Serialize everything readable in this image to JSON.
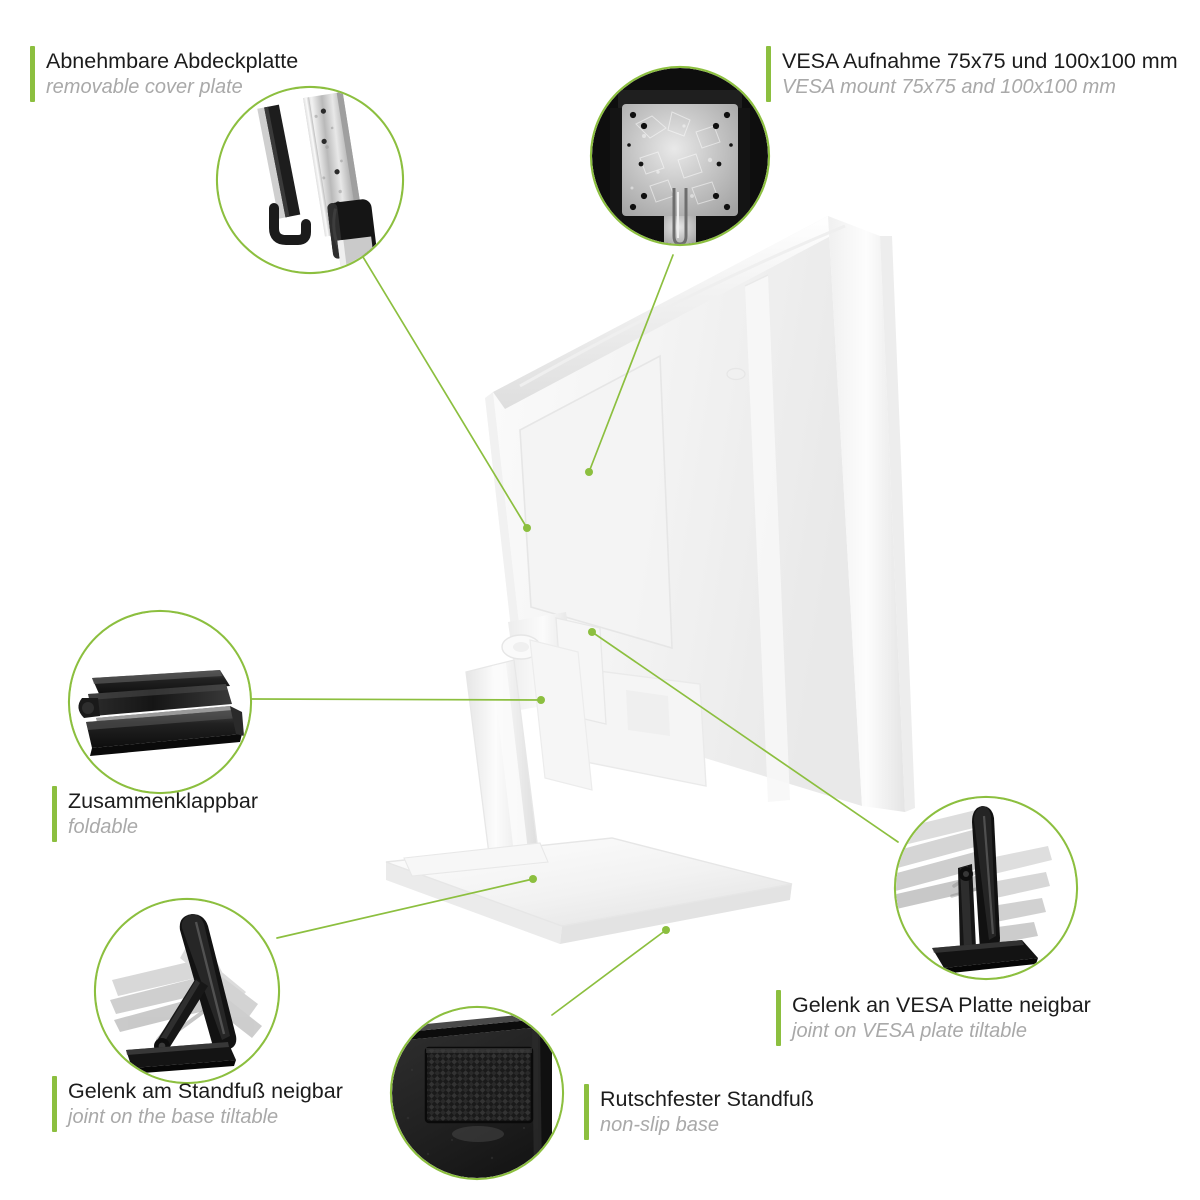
{
  "page": {
    "kind": "product-feature-infographic",
    "subject": "monitor desk stand with VESA mount",
    "background_color": "#ffffff",
    "accent_color": "#8CBF3F",
    "title_color": "#1c1c1c",
    "subtitle_color": "#a9a9a9"
  },
  "callouts": [
    {
      "id": "removable-cover-plate",
      "title": "Abnehmbare Abdeckplatte",
      "subtitle": "removable cover plate",
      "photo": "cover-plate-removal",
      "position": "top-left"
    },
    {
      "id": "vesa-mount",
      "title": "VESA Aufnahme 75x75 und 100x100 mm",
      "subtitle": "VESA mount 75x75 and 100x100 mm",
      "photo": "vesa-plate",
      "position": "top-right"
    },
    {
      "id": "foldable",
      "title": "Zusammenklappbar",
      "subtitle": "foldable",
      "photo": "folded-stand",
      "position": "mid-left"
    },
    {
      "id": "base-joint-tiltable",
      "title": "Gelenk am Standfuß neigbar",
      "subtitle": "joint on the base tiltable",
      "photo": "base-tilt-range",
      "position": "bottom-left"
    },
    {
      "id": "non-slip-base",
      "title": "Rutschfester Standfuß",
      "subtitle": "non-slip base",
      "photo": "rubber-pad",
      "position": "bottom-center"
    },
    {
      "id": "vesa-joint-tiltable",
      "title": "Gelenk an VESA Platte neigbar",
      "subtitle": "joint on VESA plate tiltable",
      "photo": "vesa-tilt-range",
      "position": "bottom-right"
    }
  ]
}
